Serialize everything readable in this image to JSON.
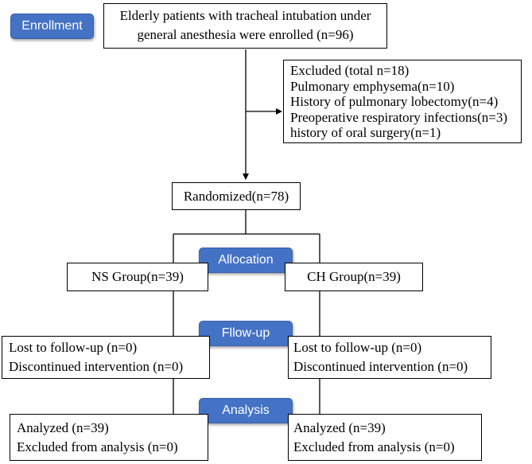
{
  "stages": {
    "enrollment": "Enrollment",
    "allocation": "Allocation",
    "followup": "Fllow-up",
    "analysis": "Analysis"
  },
  "enrolled": {
    "line1": "Elderly patients with tracheal intubation under",
    "line2": "general anesthesia were enrolled (n=96)"
  },
  "excluded": {
    "lines": [
      "Excluded (total n=18)",
      "Pulmonary emphysema(n=10)",
      "History of pulmonary lobectomy(n=4)",
      "Preoperative respiratory infections(n=3)",
      "history of oral surgery(n=1)"
    ]
  },
  "randomized": "Randomized(n=78)",
  "groups": {
    "ns": {
      "name": "NS Group(n=39)",
      "lost": "Lost to follow-up (n=0)",
      "discontinued": "Discontinued intervention (n=0)",
      "analyzed": "Analyzed (n=39)",
      "excluded": "Excluded from analysis (n=0)"
    },
    "ch": {
      "name": "CH Group(n=39)",
      "lost": "Lost to follow-up (n=0)",
      "discontinued": "Discontinued intervention (n=0)",
      "analyzed": "Analyzed (n=39)",
      "excluded": "Excluded from analysis (n=0)"
    }
  }
}
